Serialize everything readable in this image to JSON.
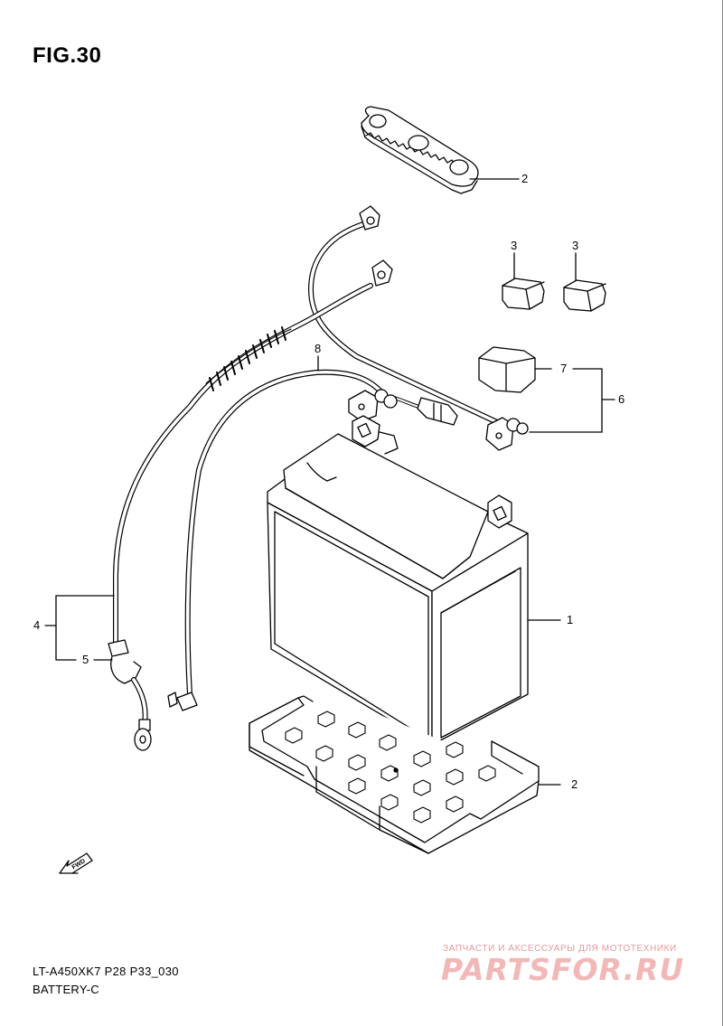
{
  "figure": {
    "title": "FIG.30"
  },
  "callouts": [
    "1",
    "2",
    "2",
    "3",
    "3",
    "4",
    "5",
    "6",
    "7",
    "8"
  ],
  "fwd_arrow": {
    "label": "FWD"
  },
  "footer": {
    "model_code": "LT-A450XK7 P28 P33_030",
    "section_name": "BATTERY-C"
  },
  "watermark": {
    "text": "ЗАПЧАСТИ И АКСЕССУАРЫ ДЛЯ МОТОТЕХНИКИ",
    "logo": "PARTSFOR.RU"
  },
  "colors": {
    "line": "#000000",
    "watermark": "#f2b8b8"
  }
}
